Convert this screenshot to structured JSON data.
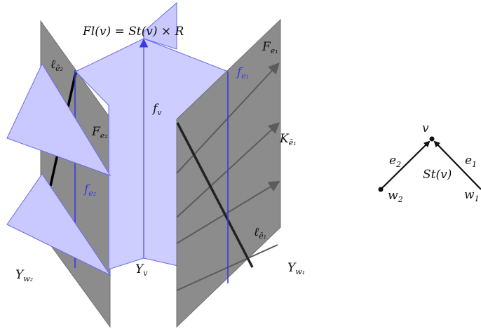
{
  "colors": {
    "gray_plane": "#8c8c8c",
    "gray_plane_edge": "#6f6f6f",
    "blue_plane": "#c9c9ff",
    "blue_edge": "#6a6aee",
    "blue_line": "#3a3ae0",
    "arrow_gray": "#5c5c5c",
    "dark_line": "#222222"
  },
  "labels": {
    "title": "Fl(v) = St(v) × R",
    "l_e2": {
      "base": "ℓ",
      "sub": "ē₂"
    },
    "F_e2": {
      "base": "F",
      "sub": "e₂"
    },
    "f_e2": {
      "base": "f",
      "sub": "e₂"
    },
    "Y_w2": {
      "base": "Y",
      "sub": "w₂"
    },
    "f_v": {
      "base": "f",
      "sub": "v"
    },
    "Y_v": {
      "base": "Y",
      "sub": "v"
    },
    "F_e1": {
      "base": "F",
      "sub": "e₁"
    },
    "f_e1": {
      "base": "f",
      "sub": "e₁"
    },
    "K_e1": {
      "base": "K",
      "sub": "ē₁"
    },
    "l_e1": {
      "base": "ℓ",
      "sub": "ē₁"
    },
    "Y_w1": {
      "base": "Y",
      "sub": "w₁"
    }
  },
  "star_graph": {
    "v": "v",
    "e2": {
      "base": "e",
      "sub": "2"
    },
    "e1": {
      "base": "e",
      "sub": "1"
    },
    "st": "St(v)",
    "w2": {
      "base": "w",
      "sub": "2"
    },
    "w1": {
      "base": "w",
      "sub": "1"
    }
  }
}
